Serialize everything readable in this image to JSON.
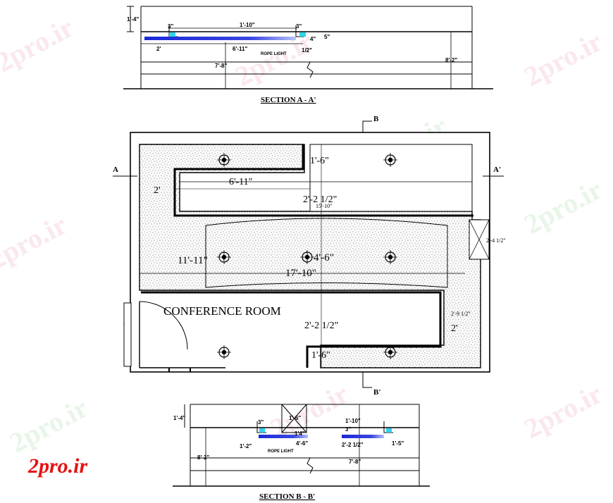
{
  "watermark": "2pro.ir",
  "brand": "2pro.ir",
  "section_a": {
    "title": "SECTION A - A'",
    "dims": {
      "h1": "1'-4\"",
      "d1": "3\"",
      "d2": "1'-10\"",
      "d3": "3\"",
      "d4": "4\"",
      "d5": "5\"",
      "d6": "2'",
      "d7": "6'-11\"",
      "d8": "1/2\"",
      "d9": "7'-8\"",
      "d10": "8'-2\""
    },
    "rope_light": "ROPE LIGHT"
  },
  "plan": {
    "room_name": "CONFERENCE ROOM",
    "marker_a": "A",
    "marker_a_prime": "A'",
    "marker_b": "B",
    "marker_b_prime": "B'",
    "dims": {
      "top_15": "1'-6\"",
      "top_611": "6'-11\"",
      "left_2": "2'",
      "mid_222": "2'-2 1/2\"",
      "tiny_1510": "15'-10\"",
      "right_2412": "2'-4 1/2\"",
      "d_1111": "11'-11\"",
      "d_46": "4'-6\"",
      "d_1710": "17'-10\"",
      "right_2912": "2'-9 1/2\"",
      "bot_2222": "2'-2 1/2\"",
      "bot_2": "2'",
      "bot_16": "1'-6\""
    }
  },
  "section_b": {
    "title": "SECTION B - B'",
    "dims": {
      "h1": "1'-4\"",
      "d1": "3\"",
      "d2": "1'-6\"",
      "d3": "1'-10\"",
      "d4": "3\"",
      "d5": "1'-2\"",
      "d6": "4'-6\"",
      "d7": "2'-2 1/2\"",
      "d8": "1'-5\"",
      "d9": "8'-2\"",
      "d10": "7'-8\"",
      "d11": "1'4\""
    },
    "rope_light": "ROPE LIGHT"
  },
  "colors": {
    "line": "#000000",
    "rope_light": "#1a2ad6",
    "cyan": "#2fd4e8",
    "brand": "#e81010"
  }
}
